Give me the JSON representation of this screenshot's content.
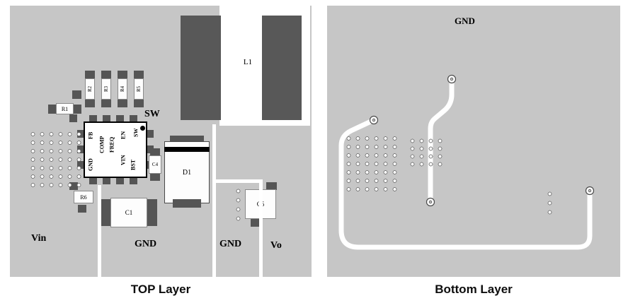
{
  "figure": {
    "caption_top": "TOP Layer",
    "caption_bottom": "Bottom Layer"
  },
  "top_layer": {
    "net_labels": {
      "sw": "SW",
      "vin": "Vin",
      "gnd_center": "GND",
      "gnd_right": "GND",
      "vo": "Vo"
    },
    "components": {
      "l1": "L1",
      "d1": "D1",
      "c1": "C1",
      "c4": "C4",
      "c5": "C5",
      "r1": "R1",
      "r2": "R2",
      "r3": "R3",
      "r4": "R4",
      "r5": "R5",
      "r6": "R6"
    },
    "ic_pins": {
      "fb": "FB",
      "comp": "COMP",
      "freq": "FREQ",
      "gnd": "GND",
      "en": "EN",
      "vin": "VIN",
      "sw": "SW",
      "bst": "BST"
    }
  },
  "bottom_layer": {
    "net_labels": {
      "gnd": "GND"
    }
  },
  "colors": {
    "board_copper": "#c6c6c6",
    "pad": "#555555",
    "trace": "#ffffff",
    "silkscreen_text": "#000000"
  }
}
